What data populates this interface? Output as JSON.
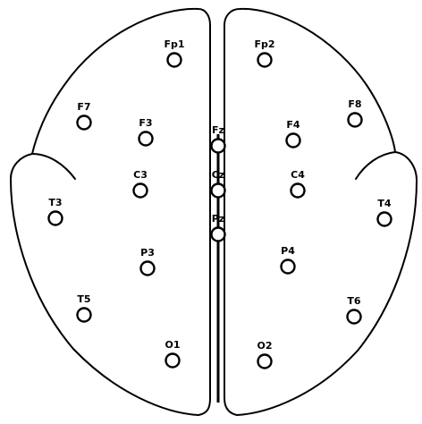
{
  "diagram": {
    "electrodes": [
      {
        "label": "Fp1"
      },
      {
        "label": "Fp2"
      },
      {
        "label": "F7"
      },
      {
        "label": "F8"
      },
      {
        "label": "F3"
      },
      {
        "label": "Fz"
      },
      {
        "label": "F4"
      },
      {
        "label": "T3"
      },
      {
        "label": "C3"
      },
      {
        "label": "Cz"
      },
      {
        "label": "C4"
      },
      {
        "label": "T4"
      },
      {
        "label": "P3"
      },
      {
        "label": "Pz"
      },
      {
        "label": "P4"
      },
      {
        "label": "T5"
      },
      {
        "label": "T6"
      },
      {
        "label": "O1"
      },
      {
        "label": "O2"
      }
    ]
  }
}
